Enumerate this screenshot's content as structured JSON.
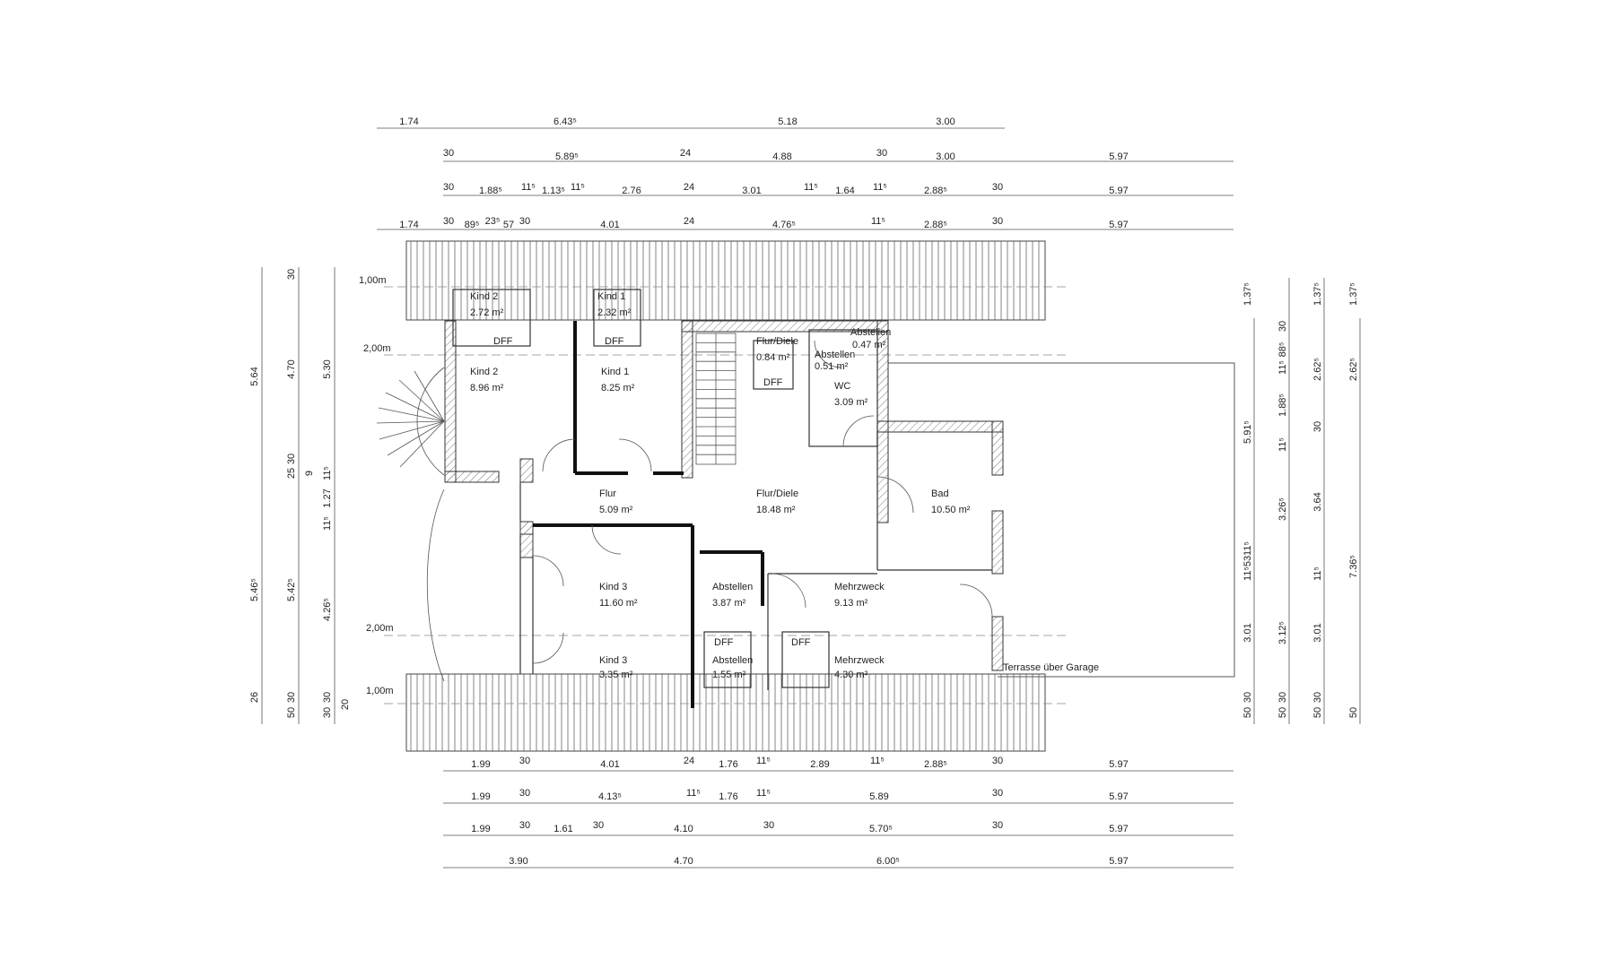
{
  "dimensions": {
    "top": [
      [
        "1.74",
        "6.43⁵",
        "5.18",
        "3.00"
      ],
      [
        "30",
        "5.89⁵",
        "24",
        "4.88",
        "30",
        "3.00",
        "5.97"
      ],
      [
        "30",
        "1.88⁵",
        "11⁵",
        "1.13⁵",
        "11⁵",
        "2.76",
        "24",
        "3.01",
        "11⁵",
        "1.64",
        "11⁵",
        "2.88⁵",
        "30",
        "5.97"
      ],
      [
        "1.74",
        "30",
        "89⁵",
        "23⁵",
        "57",
        "30",
        "4.01",
        "24",
        "4.76⁵",
        "11⁵",
        "2.88⁵",
        "30",
        "5.97"
      ]
    ],
    "bottom": [
      [
        "1.99",
        "30",
        "4.01",
        "24",
        "1.76",
        "11⁵",
        "2.89",
        "11⁵",
        "2.88⁵",
        "30",
        "5.97"
      ],
      [
        "1.99",
        "30",
        "4.13⁵",
        "11⁵",
        "1.76",
        "11⁵",
        "5.89",
        "30",
        "5.97"
      ],
      [
        "1.99",
        "30",
        "1.61",
        "30",
        "4.10",
        "30",
        "5.70⁵",
        "30",
        "5.97"
      ],
      [
        "3.90",
        "4.70",
        "6.00⁵",
        "5.97"
      ]
    ],
    "left": [
      [
        "5.64",
        "5.46⁵",
        "26"
      ],
      [
        "30",
        "4.70",
        "25",
        "30",
        "5.42⁵",
        "30",
        "50"
      ],
      [
        "5.30",
        "9",
        "1.27",
        "4.26⁵",
        "30",
        "30"
      ],
      [
        "11⁵",
        "11⁵",
        "20"
      ]
    ],
    "right": [
      [
        "1.37⁵",
        "5.91⁵",
        "11⁵",
        "53",
        "11⁵",
        "3.01",
        "30",
        "50"
      ],
      [
        "30",
        "11⁵",
        "88⁵",
        "1.88⁵",
        "11⁵",
        "3.26⁵",
        "3.12⁵",
        "30",
        "50"
      ],
      [
        "1.37⁵",
        "2.62⁵",
        "30",
        "3.64",
        "11⁵",
        "3.01",
        "30",
        "50"
      ],
      [
        "1.37⁵",
        "2.62⁵",
        "7.36⁵",
        "50"
      ]
    ]
  },
  "levels": [
    "1,00m",
    "2,00m",
    "2,00m",
    "1,00m"
  ],
  "rooms": [
    {
      "name": "Kind 2",
      "area": "2.72 m²"
    },
    {
      "name": "Kind 1",
      "area": "2.32 m²"
    },
    {
      "name": "Kind 2",
      "area": "8.96 m²"
    },
    {
      "name": "Kind 1",
      "area": "8.25 m²"
    },
    {
      "name": "Flur/Diele",
      "area": "0.84 m²"
    },
    {
      "name": "Abstellen",
      "area": "0.47 m²"
    },
    {
      "name": "Abstellen",
      "area": "0.51 m²"
    },
    {
      "name": "WC",
      "area": "3.09 m²"
    },
    {
      "name": "Flur",
      "area": "5.09 m²"
    },
    {
      "name": "Flur/Diele",
      "area": "18.48 m²"
    },
    {
      "name": "Bad",
      "area": "10.50 m²"
    },
    {
      "name": "Kind 3",
      "area": "11.60 m²"
    },
    {
      "name": "Abstellen",
      "area": "3.87 m²"
    },
    {
      "name": "Mehrzweck",
      "area": "9.13 m²"
    },
    {
      "name": "Kind 3",
      "area": "3.35 m²"
    },
    {
      "name": "Abstellen",
      "area": "1.55 m²"
    },
    {
      "name": "Mehrzweck",
      "area": "4.30 m²"
    }
  ],
  "dff_label": "DFF",
  "terrace_label": "Terrasse über Garage"
}
